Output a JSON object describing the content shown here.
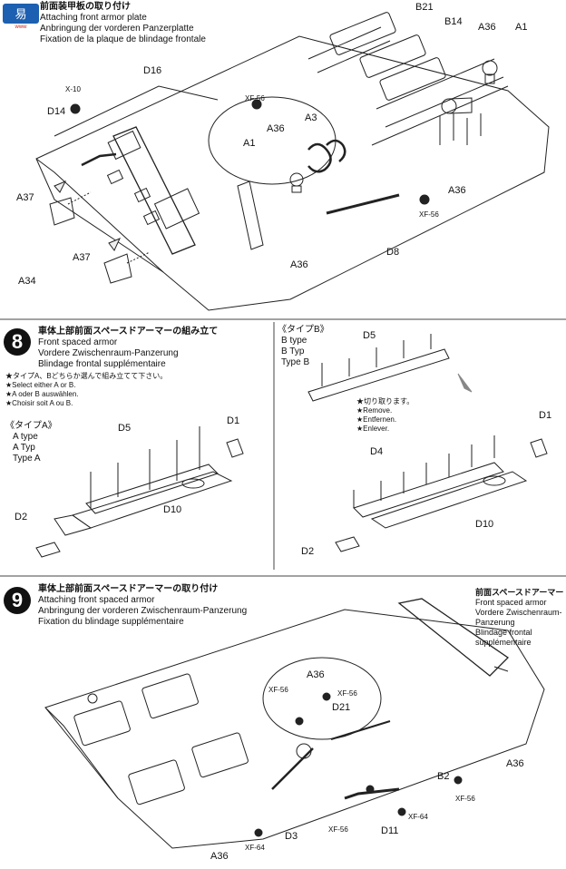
{
  "step7": {
    "jp": "前面装甲板の取り付け",
    "en": "Attaching front armor plate",
    "de": "Anbringung der vorderen Panzerplatte",
    "fr": "Fixation de la plaque de blindage frontale",
    "parts": {
      "b21": "B21",
      "b14": "B14",
      "a36a": "A36",
      "a1a": "A1",
      "x10": "X-10",
      "d16": "D16",
      "d14": "D14",
      "xf56a": "XF-56",
      "a36b": "A36",
      "a3": "A3",
      "a1b": "A1",
      "a37a": "A37",
      "a37b": "A37",
      "a34": "A34",
      "a36c": "A36",
      "d8": "D8",
      "xf56b": "XF-56",
      "a36d": "A36"
    }
  },
  "step8": {
    "number": "8",
    "jp": "車体上部前面スペースドアーマーの組み立て",
    "en": "Front spaced armor",
    "de": "Vordere Zwischenraum-Panzerung",
    "fr": "Blindage frontal supplémentaire",
    "choose": [
      "★タイプA、Bどちらか選んで組み立てて下さい。",
      "★Select either A or B.",
      "★A oder B auswählen.",
      "★Choisir soit A ou B."
    ],
    "typeA": {
      "jp": "《タイプA》",
      "en": "A type",
      "de": "A Typ",
      "fr": "Type A"
    },
    "typeB": {
      "jp": "《タイプB》",
      "en": "B type",
      "de": "B Typ",
      "fr": "Type B"
    },
    "cut": [
      "★切り取ります。",
      "★Remove.",
      "★Entfernen.",
      "★Enlever."
    ],
    "parts": {
      "d5a": "D5",
      "d1a": "D1",
      "d10a": "D10",
      "d2a": "D2",
      "d5b": "D5",
      "d4": "D4",
      "d1b": "D1",
      "d10b": "D10",
      "d2b": "D2"
    }
  },
  "step9": {
    "number": "9",
    "jp": "車体上部前面スペースドアーマーの取り付け",
    "en": "Attaching front spaced armor",
    "de": "Anbringung der vorderen Zwischenraum-Panzerung",
    "fr": "Fixation du blindage supplémentaire",
    "callout": {
      "jp": "前面スペースドアーマー",
      "en": "Front spaced armor",
      "de1": "Vordere Zwischenraum-",
      "de2": "Panzerung",
      "fr1": "Blindage frontal",
      "fr2": "supplémentaire"
    },
    "parts": {
      "a36a": "A36",
      "xf56a": "XF-56",
      "xf56b": "XF-56",
      "d21": "D21",
      "a36b": "A36",
      "b2": "B2",
      "xf56c": "XF-56",
      "xf64a": "XF-64",
      "d3": "D3",
      "xf56d": "XF-56",
      "d11": "D11",
      "xf64b": "XF-64",
      "a36c": "A36"
    }
  }
}
